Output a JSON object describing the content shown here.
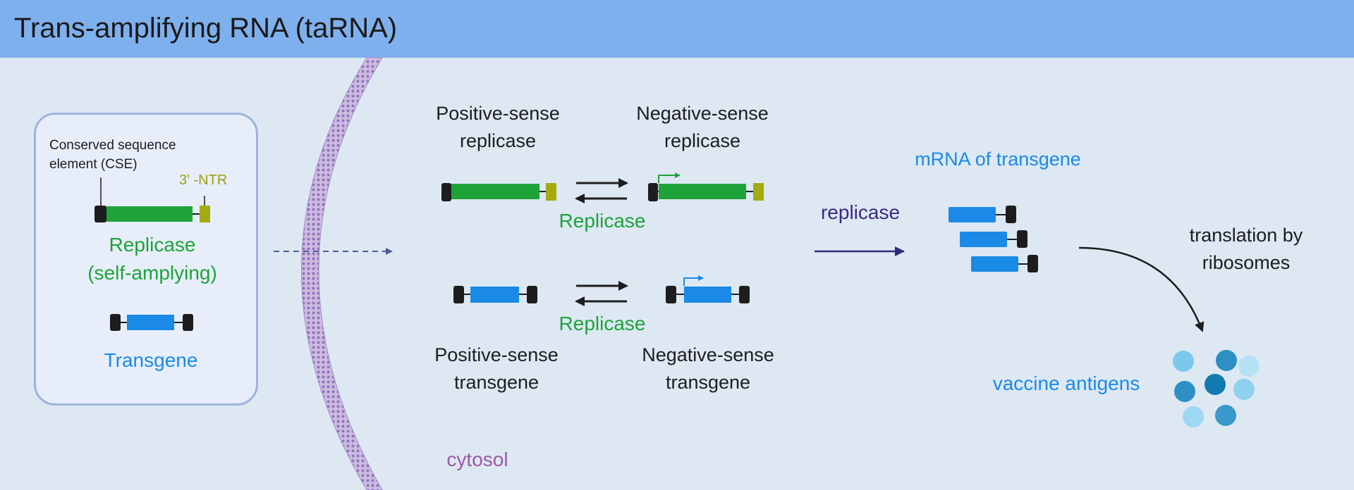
{
  "header": {
    "title": "Trans-amplifying RNA (taRNA)"
  },
  "panel": {
    "cse_label_line1": "Conserved sequence",
    "cse_label_line2": "element (CSE)",
    "ntr_label": "3' -NTR",
    "replicase_line1": "Replicase",
    "replicase_line2": "(self-amplying)",
    "transgene_label": "Transgene"
  },
  "cell": {
    "positive_replicase_line1": "Positive-sense",
    "positive_replicase_line2": "replicase",
    "negative_replicase_line1": "Negative-sense",
    "negative_replicase_line2": "replicase",
    "replicase_enzyme_top": "Replicase",
    "replicase_enzyme_bottom": "Replicase",
    "positive_transgene_line1": "Positive-sense",
    "positive_transgene_line2": "transgene",
    "negative_transgene_line1": "Negative-sense",
    "negative_transgene_line2": "transgene",
    "cytosol_label": "cytosol"
  },
  "output": {
    "mrna_label": "mRNA of transgene",
    "replicase_label": "replicase",
    "translation_line1": "translation by",
    "translation_line2": "ribosomes",
    "antigens_label": "vaccine antigens"
  },
  "colors": {
    "replicase_green": "#1ea33a",
    "transgene_blue": "#1a8ae6",
    "ntr_olive": "#a4ab10",
    "cap_black": "#1d1d1d",
    "header_blue": "#7fb0ee",
    "cytosol_mauve": "#9a5aa6"
  }
}
